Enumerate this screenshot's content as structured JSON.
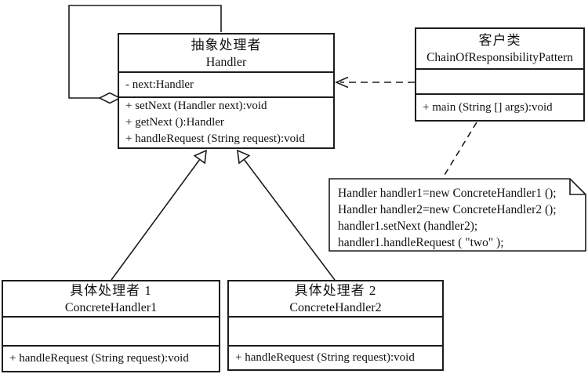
{
  "diagram": {
    "kind": "uml-class-diagram",
    "pattern": "Chain of Responsibility",
    "colors": {
      "background": "#ffffff",
      "line": "#1c1c1c",
      "text": "#111111"
    }
  },
  "classes": {
    "handler": {
      "name_zh": "抽象处理者",
      "name_en": "Handler",
      "attributes": [
        "- next:Handler"
      ],
      "methods": [
        "+ setNext (Handler next):void",
        "+ getNext ():Handler",
        "+ handleRequest (String request):void"
      ]
    },
    "client": {
      "name_zh": "客户类",
      "name_en": "ChainOfResponsibilityPattern",
      "attributes": [],
      "methods": [
        "+ main (String [] args):void"
      ]
    },
    "concrete1": {
      "name_zh": "具体处理者 1",
      "name_en": "ConcreteHandler1",
      "attributes": [],
      "methods": [
        "+ handleRequest (String request):void"
      ]
    },
    "concrete2": {
      "name_zh": "具体处理者 2",
      "name_en": "ConcreteHandler2",
      "attributes": [],
      "methods": [
        "+ handleRequest (String request):void"
      ]
    }
  },
  "note": {
    "lines": [
      "Handler handler1=new ConcreteHandler1 ();",
      "Handler handler2=new ConcreteHandler2 ();",
      "handler1.setNext (handler2);",
      "handler1.handleRequest ( \"two\"  );"
    ]
  },
  "relations": [
    {
      "type": "aggregation-self",
      "from": "Handler",
      "to": "Handler"
    },
    {
      "type": "dependency",
      "from": "ChainOfResponsibilityPattern",
      "to": "Handler",
      "style": "dashed-open-arrow"
    },
    {
      "type": "generalization",
      "from": "ConcreteHandler1",
      "to": "Handler",
      "style": "solid-hollow-triangle"
    },
    {
      "type": "generalization",
      "from": "ConcreteHandler2",
      "to": "Handler",
      "style": "solid-hollow-triangle"
    },
    {
      "type": "note-anchor",
      "from": "code-note",
      "to": "ChainOfResponsibilityPattern",
      "style": "dashed"
    }
  ]
}
